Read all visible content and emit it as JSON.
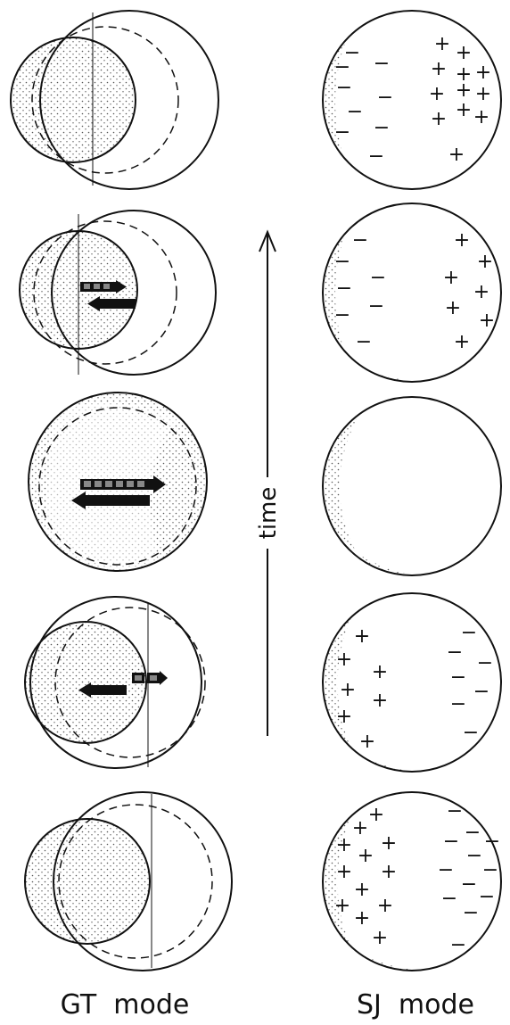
{
  "labels": {
    "left_mode": "GT  mode",
    "right_mode": "SJ  mode",
    "time": "time"
  },
  "colors": {
    "ink": "#111111",
    "stipple": "#444444"
  },
  "sign_symbols": {
    "plus": "+",
    "minus": "−"
  }
}
